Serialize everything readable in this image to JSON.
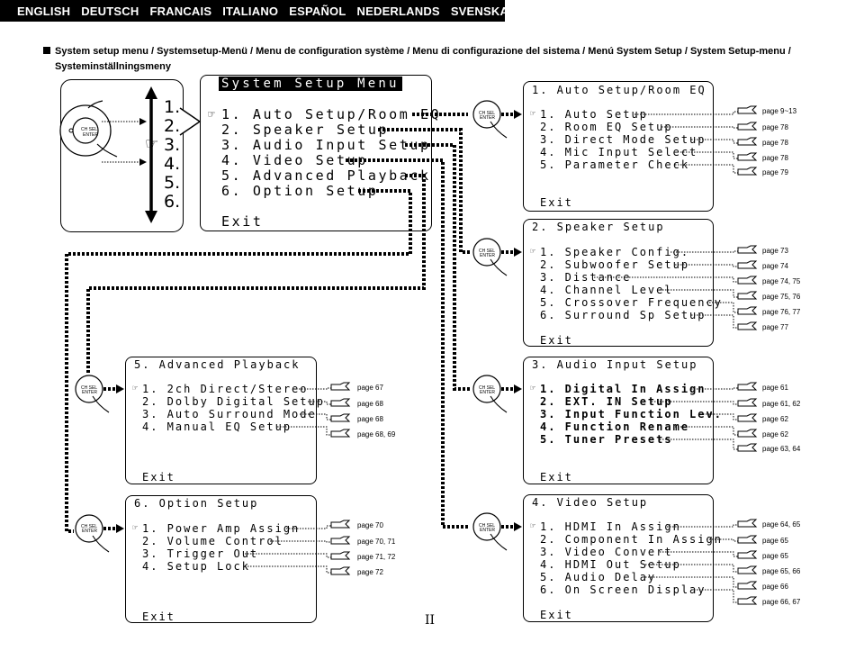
{
  "languages": [
    "ENGLISH",
    "DEUTSCH",
    "FRANCAIS",
    "ITALIANO",
    "ESPAÑOL",
    "NEDERLANDS",
    "SVENSKA"
  ],
  "heading": {
    "line1": "System setup menu / Systemsetup-Menü / Menu de configuration système / Menu di configurazione del sistema / Menú System Setup / System Setup-menu /",
    "line2": "Systeminställningsmeny"
  },
  "remote": {
    "button_label_1": "CH SEL",
    "button_label_2": "ENTER",
    "numbers": [
      "1.",
      "2.",
      "3.",
      "4.",
      "5.",
      "6."
    ]
  },
  "main_menu": {
    "title": "System Setup Menu",
    "cursor": "☞",
    "items": [
      "1. Auto Setup/Room EQ",
      "2. Speaker Setup",
      "3. Audio Input Setup",
      "4. Video Setup",
      "5. Advanced Playback",
      "6. Option Setup"
    ],
    "exit": "Exit"
  },
  "submenus": {
    "auto": {
      "title": "1. Auto Setup/Room EQ",
      "items": [
        "1. Auto Setup",
        "2. Room EQ Setup",
        "3. Direct Mode Setup",
        "4. Mic Input Select",
        "5. Parameter Check"
      ],
      "pages": [
        "page 9~13",
        "page 78",
        "page 78",
        "page 78",
        "page 79"
      ],
      "exit": "Exit"
    },
    "speaker": {
      "title": "2. Speaker Setup",
      "items": [
        "1. Speaker Config.",
        "2. Subwoofer Setup",
        "3. Distance",
        "4. Channel Level",
        "5. Crossover Frequency",
        "6. Surround Sp Setup"
      ],
      "pages": [
        "page 73",
        "page 74",
        "page 74, 75",
        "page 75, 76",
        "page 76, 77",
        "page 77"
      ],
      "exit": "Exit"
    },
    "audio": {
      "title": "3. Audio Input Setup",
      "items": [
        "1. Digital In Assign",
        "2. EXT. IN Setup",
        "3. Input Function Lev.",
        "4. Function Rename",
        "5. Tuner Presets"
      ],
      "pages": [
        "page 61",
        "page 61, 62",
        "page 62",
        "page 62",
        "page 63, 64"
      ],
      "exit": "Exit"
    },
    "video": {
      "title": "4. Video Setup",
      "items": [
        "1. HDMI In Assign",
        "2. Component In Assign",
        "3. Video Convert",
        "4. HDMI Out Setup",
        "5. Audio Delay",
        "6. On Screen Display"
      ],
      "pages": [
        "page 64, 65",
        "page 65",
        "page 65",
        "page 65, 66",
        "page 66",
        "page 66, 67"
      ],
      "exit": "Exit"
    },
    "advanced": {
      "title": "5. Advanced Playback",
      "items": [
        "1. 2ch Direct/Stereo",
        "2. Dolby Digital Setup",
        "3. Auto Surround Mode",
        "4. Manual EQ Setup"
      ],
      "pages": [
        "page 67",
        "page 68",
        "page 68",
        "page 68, 69"
      ],
      "exit": "Exit"
    },
    "option": {
      "title": "6. Option Setup",
      "items": [
        "1. Power Amp Assign",
        "2. Volume Control",
        "3. Trigger Out",
        "4. Setup Lock"
      ],
      "pages": [
        "page 70",
        "page 70, 71",
        "page 71, 72",
        "page 72"
      ],
      "exit": "Exit"
    }
  },
  "page_number": "II"
}
